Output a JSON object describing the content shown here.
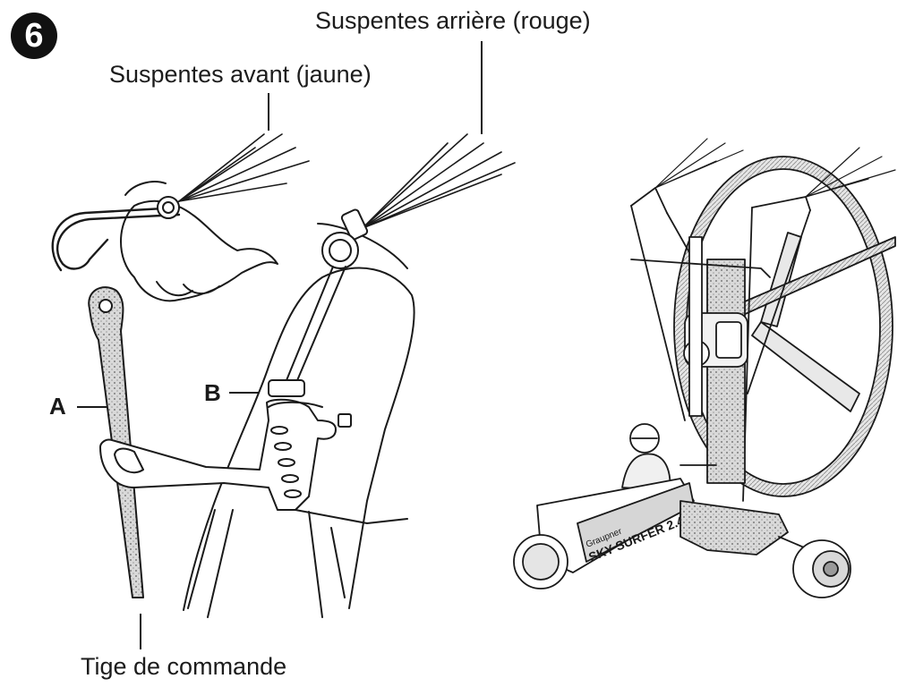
{
  "step_number": "6",
  "labels": {
    "front_lines": "Suspentes avant (jaune)",
    "rear_lines": "Suspentes arrière (rouge)",
    "control_rod": "Tige de commande",
    "marker_a": "A",
    "marker_b": "B"
  },
  "decal": {
    "brand": "Graupner",
    "model": "SKY SURFER 2.4"
  },
  "colors": {
    "ink": "#1a1a1a",
    "paper": "#ffffff",
    "shade": "#cfcfcf",
    "dots": "#8a8a8a"
  }
}
